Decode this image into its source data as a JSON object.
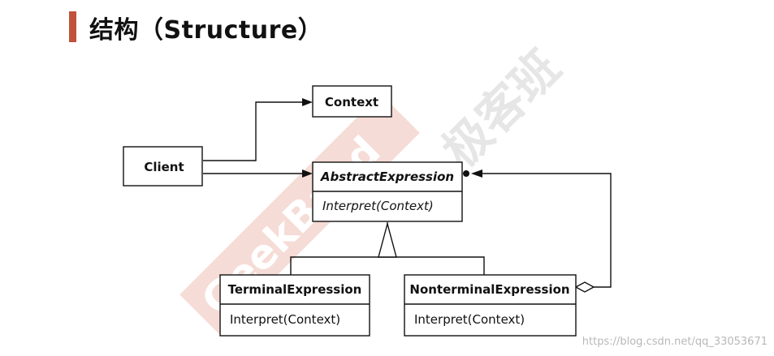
{
  "title": "结构（Structure）",
  "watermark": {
    "brand_cn": "极客班",
    "brand_en": "GeekBand",
    "brand_cn_color": "#e8e8e8",
    "brand_en_color": "#f5d9d3"
  },
  "source_text": "https://blog.csdn.net/qq_33053671",
  "classes": {
    "context": {
      "name": "Context"
    },
    "client": {
      "name": "Client"
    },
    "abstract_expression": {
      "name": "AbstractExpression",
      "method": "Interpret(Context)"
    },
    "terminal_expression": {
      "name": "TerminalExpression",
      "method": "Interpret(Context)"
    },
    "nonterminal_expression": {
      "name": "NonterminalExpression",
      "method": "Interpret(Context)"
    }
  },
  "colors": {
    "accent": "#c0513b",
    "line": "#111111"
  }
}
